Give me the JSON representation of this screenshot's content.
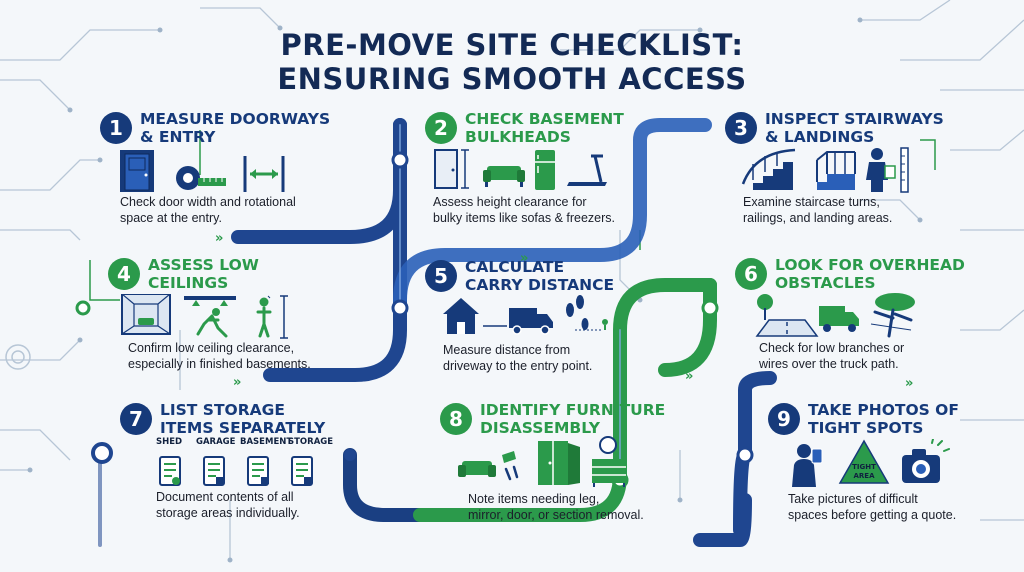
{
  "title": {
    "line1": "PRE-MOVE SITE CHECKLIST:",
    "line2": "ENSURING SMOOTH ACCESS"
  },
  "colors": {
    "navy": "#163a7a",
    "green": "#2b9a4b",
    "text": "#1b1f2a",
    "background": "#f4f7fa"
  },
  "steps": [
    {
      "number": "1",
      "heading": [
        "MEASURE DOORWAYS",
        "& ENTRY"
      ],
      "desc": [
        "Check door width and rotational",
        "space at the entry."
      ],
      "icons": [
        "door-icon",
        "tape-measure-icon",
        "width-arrow-icon"
      ]
    },
    {
      "number": "2",
      "heading": [
        "CHECK BASEMENT",
        "BULKHEADS"
      ],
      "desc": [
        "Assess height clearance for",
        "bulky items like sofas & freezers."
      ],
      "icons": [
        "height-door-icon",
        "sofa-icon",
        "refrigerator-icon",
        "treadmill-icon"
      ]
    },
    {
      "number": "3",
      "heading": [
        "INSPECT STAIRWAYS",
        "& LANDINGS"
      ],
      "desc": [
        "Examine staircase turns,",
        "railings, and landing areas."
      ],
      "icons": [
        "spiral-stairs-icon",
        "landing-stairs-icon",
        "inspector-clipboard-icon"
      ]
    },
    {
      "number": "4",
      "heading": [
        "ASSESS LOW",
        "CEILINGS"
      ],
      "desc": [
        "Confirm low ceiling clearance,",
        "especially in finished basements."
      ],
      "icons": [
        "basement-room-icon",
        "low-ceiling-person-icon",
        "person-height-icon"
      ]
    },
    {
      "number": "5",
      "heading": [
        "CALCULATE",
        "CARRY DISTANCE"
      ],
      "desc": [
        "Measure distance from",
        "driveway to the entry point."
      ],
      "icons": [
        "house-icon",
        "moving-truck-icon",
        "footsteps-icon"
      ]
    },
    {
      "number": "6",
      "heading": [
        "LOOK FOR OVERHEAD",
        "OBSTACLES"
      ],
      "desc": [
        "Check for low branches or",
        "wires over the truck path."
      ],
      "icons": [
        "road-tree-icon",
        "truck-icon",
        "branch-tree-icon"
      ]
    },
    {
      "number": "7",
      "heading": [
        "LIST STORAGE",
        "ITEMS SEPARATELY"
      ],
      "desc": [
        "Document contents of all",
        "storage areas individually."
      ],
      "icons": [
        "checklist-icon"
      ],
      "storage_labels": [
        "SHED",
        "GARAGE",
        "BASEMENT",
        "STORAGE"
      ]
    },
    {
      "number": "8",
      "heading": [
        "IDENTIFY FURNITURE",
        "DISASSEMBLY"
      ],
      "desc": [
        "Note items needing leg,",
        "mirror, door, or section removal."
      ],
      "icons": [
        "sofa-parts-icon",
        "wardrobe-icon",
        "dresser-mirror-icon"
      ]
    },
    {
      "number": "9",
      "heading": [
        "TAKE PHOTOS OF",
        "TIGHT SPOTS"
      ],
      "desc": [
        "Take pictures of difficult",
        "spaces before getting a quote."
      ],
      "icons": [
        "person-photo-icon",
        "warning-sign-icon",
        "camera-icon"
      ],
      "sign_text": [
        "TIGHT",
        "AREA"
      ]
    }
  ]
}
